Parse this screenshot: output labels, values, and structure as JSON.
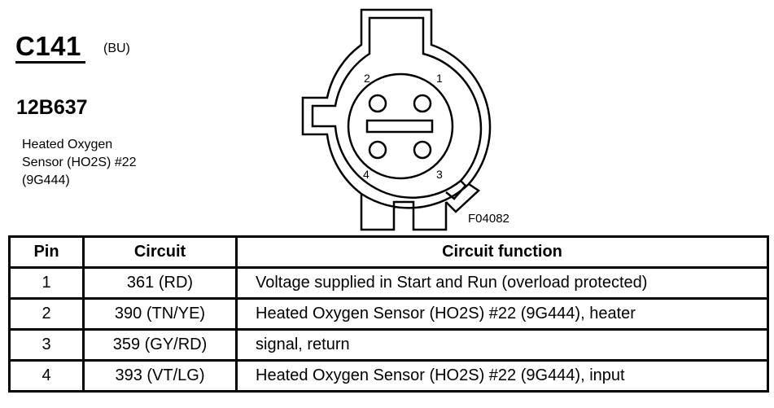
{
  "connector": {
    "id": "C141",
    "color": "(BU)",
    "part_number": "12B637",
    "description_lines": [
      "Heated Oxygen",
      "Sensor (HO2S) #22",
      "(9G444)"
    ],
    "figure_code": "F04082",
    "pin_labels": [
      "1",
      "2",
      "3",
      "4"
    ]
  },
  "table": {
    "headers": {
      "pin": "Pin",
      "circuit": "Circuit",
      "function": "Circuit function"
    },
    "rows": [
      {
        "pin": "1",
        "circuit": "361 (RD)",
        "function": "Voltage supplied in Start and Run (overload protected)"
      },
      {
        "pin": "2",
        "circuit": "390 (TN/YE)",
        "function": "Heated Oxygen Sensor (HO2S) #22 (9G444), heater"
      },
      {
        "pin": "3",
        "circuit": "359 (GY/RD)",
        "function": "signal, return"
      },
      {
        "pin": "4",
        "circuit": "393 (VT/LG)",
        "function": "Heated Oxygen Sensor (HO2S) #22 (9G444), input"
      }
    ]
  }
}
